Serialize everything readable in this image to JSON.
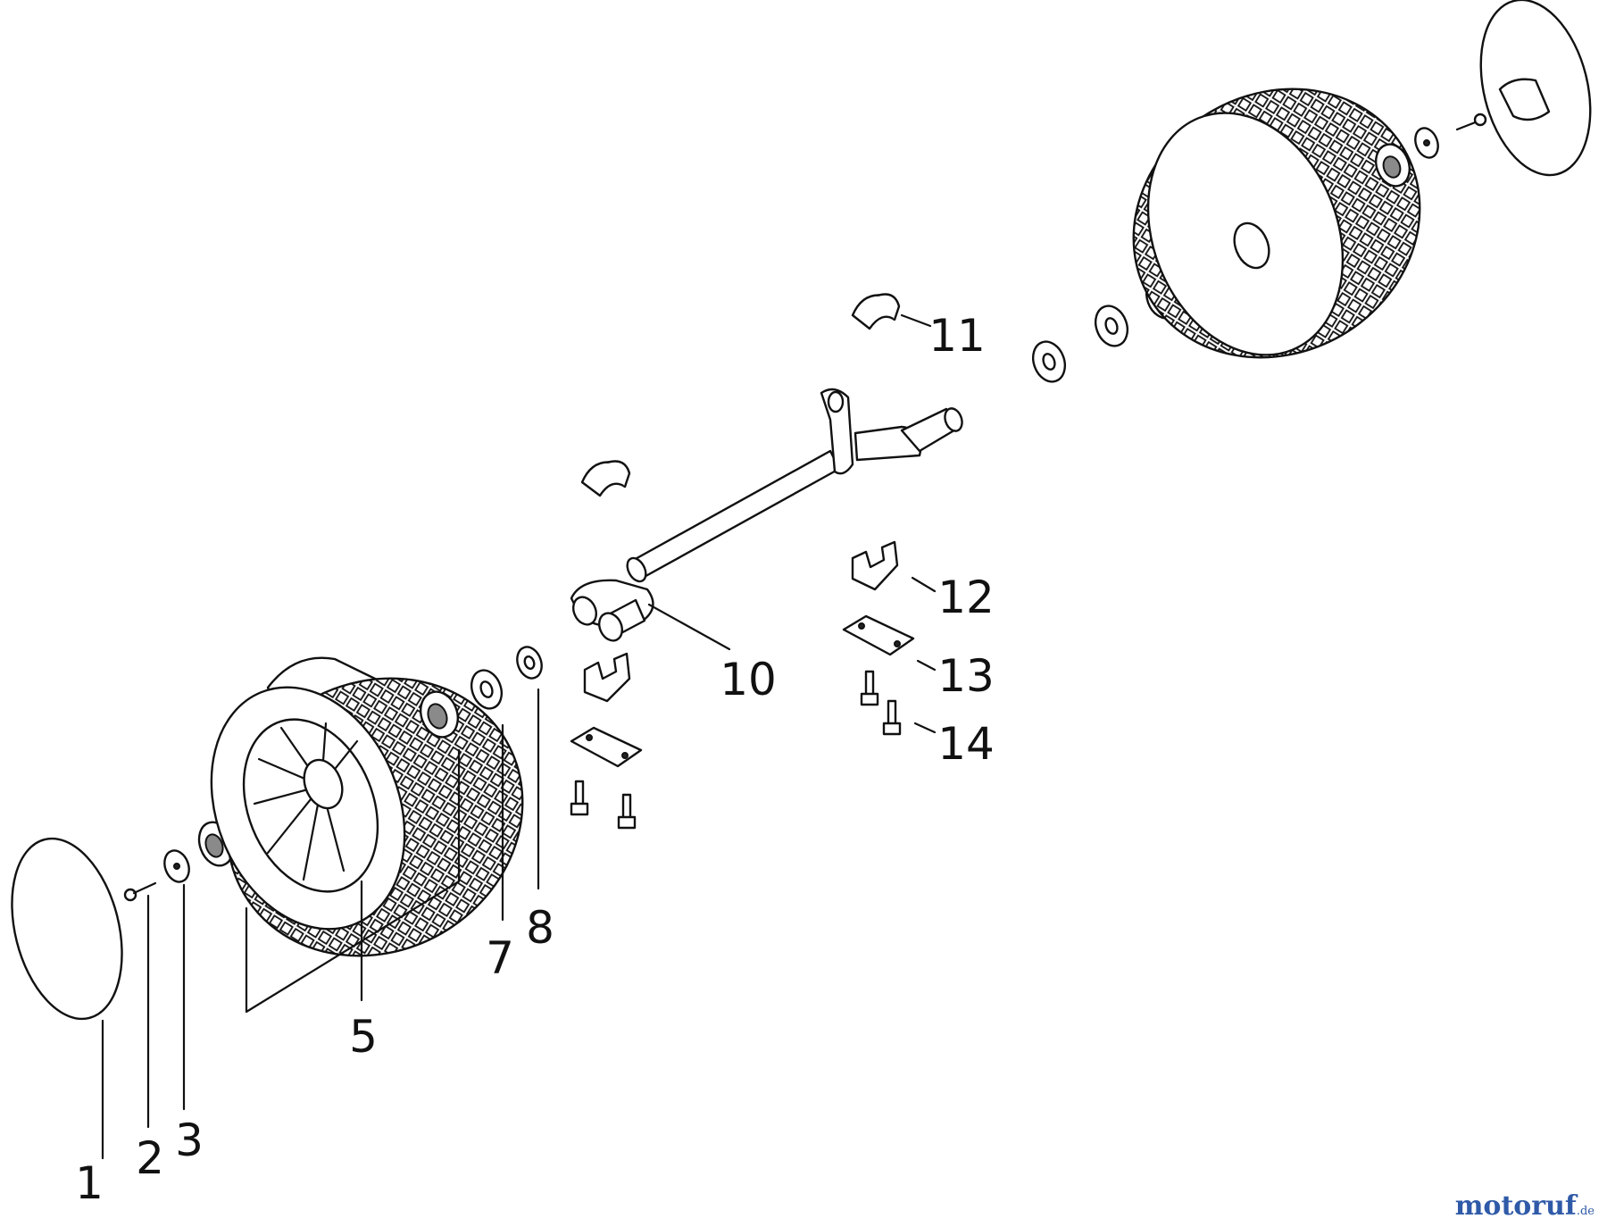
{
  "diagram": {
    "callouts": [
      {
        "id": "1",
        "text": "1"
      },
      {
        "id": "2",
        "text": "2"
      },
      {
        "id": "3",
        "text": "3"
      },
      {
        "id": "5",
        "text": "5"
      },
      {
        "id": "7",
        "text": "7"
      },
      {
        "id": "8",
        "text": "8"
      },
      {
        "id": "10",
        "text": "10"
      },
      {
        "id": "11",
        "text": "11"
      },
      {
        "id": "12",
        "text": "12"
      },
      {
        "id": "13",
        "text": "13"
      },
      {
        "id": "14",
        "text": "14"
      }
    ]
  },
  "watermark": {
    "main": "motoruf",
    "tld": ".de"
  },
  "colors": {
    "line": "#111111",
    "watermark": "#2f5aa8"
  }
}
